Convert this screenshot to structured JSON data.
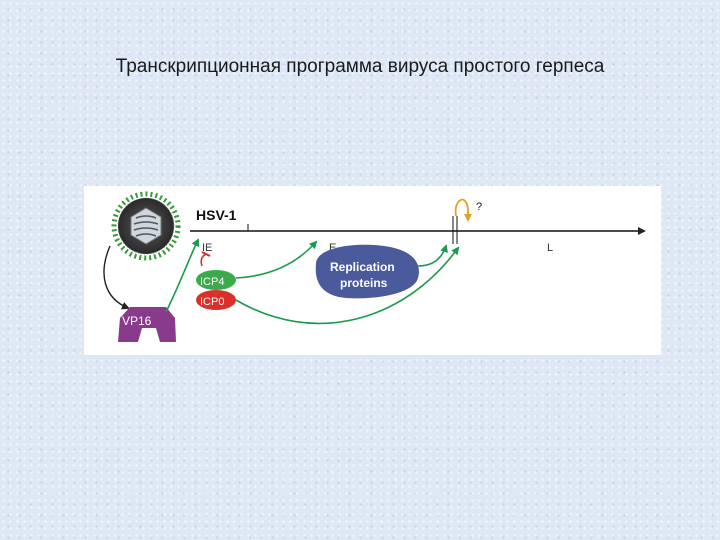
{
  "slide": {
    "title": "Транскрипционная программа вируса простого герпеса"
  },
  "diagram": {
    "genome_label": "HSV-1",
    "phases": [
      "IE",
      "E",
      "L"
    ],
    "question_mark": "?",
    "proteins": {
      "icp4": "ICP4",
      "icp0": "ICP0",
      "vp16": "VP16",
      "replication_line1": "Replication",
      "replication_line2": "proteins"
    },
    "colors": {
      "arrow_green": "#1a9a4a",
      "icp4_green": "#3aaa4a",
      "icp0_red": "#d9302a",
      "vp16_purple": "#8a3a8a",
      "replication_blue": "#4a5a9a",
      "feedback_orange": "#e8a020"
    }
  }
}
